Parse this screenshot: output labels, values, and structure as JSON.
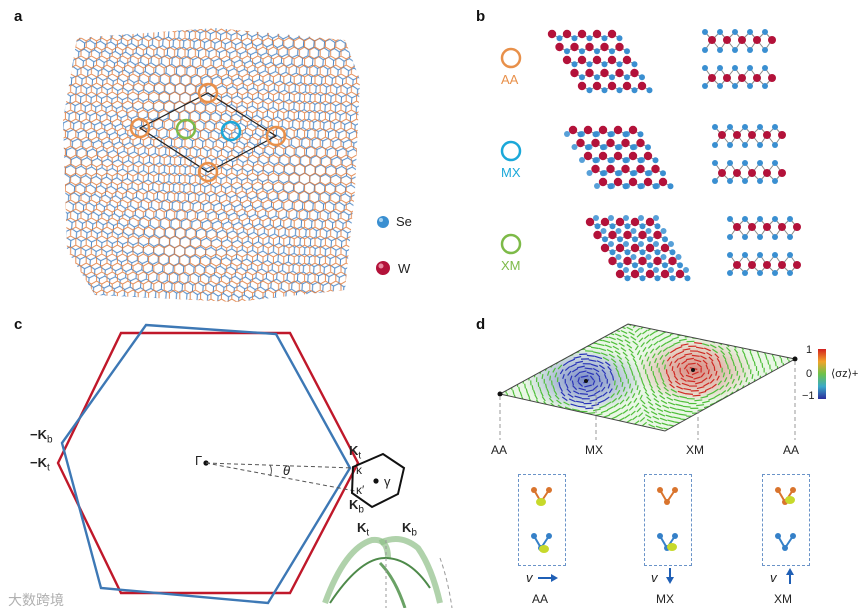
{
  "panel_a": {
    "label": "a",
    "legend": {
      "se": "Se",
      "w": "W"
    },
    "colors": {
      "se": "#3a8fd1",
      "w": "#b3123a",
      "lattice_top": "#e07a3a",
      "lattice_bottom": "#3a7bc0"
    }
  },
  "panel_b": {
    "label": "b",
    "stackings": [
      {
        "name": "AA",
        "color": "#e8904a"
      },
      {
        "name": "MX",
        "color": "#1ba8d9"
      },
      {
        "name": "XM",
        "color": "#7dba48"
      }
    ]
  },
  "panel_c": {
    "label": "c",
    "labels": {
      "neg_kb": "−K",
      "neg_kb_sub": "b",
      "neg_kt": "−K",
      "neg_kt_sub": "t",
      "gamma_big": "Γ",
      "theta": "θ",
      "kt": "K",
      "kt_sub": "t",
      "kb": "K",
      "kb_sub": "b",
      "kappa": "κ",
      "kappa_prime": "κ′",
      "gamma_small": "γ",
      "inset_kt": "K",
      "inset_kt_sub": "t",
      "inset_kb": "K",
      "inset_kb_sub": "b"
    },
    "colors": {
      "top_layer": "#c0182a",
      "bottom_layer": "#3d78b5"
    }
  },
  "panel_d": {
    "label": "d",
    "axis_ticks": [
      "AA",
      "MX",
      "XM",
      "AA"
    ],
    "colorbar": {
      "max": "1",
      "mid": "0",
      "min": "−1",
      "label": "⟨σz⟩+"
    },
    "insets": [
      {
        "name": "AA",
        "velocity_label": "v",
        "arrow": "right"
      },
      {
        "name": "MX",
        "velocity_label": "v",
        "arrow": "down"
      },
      {
        "name": "XM",
        "velocity_label": "v",
        "arrow": "up"
      }
    ]
  },
  "watermark": "大数跨境"
}
